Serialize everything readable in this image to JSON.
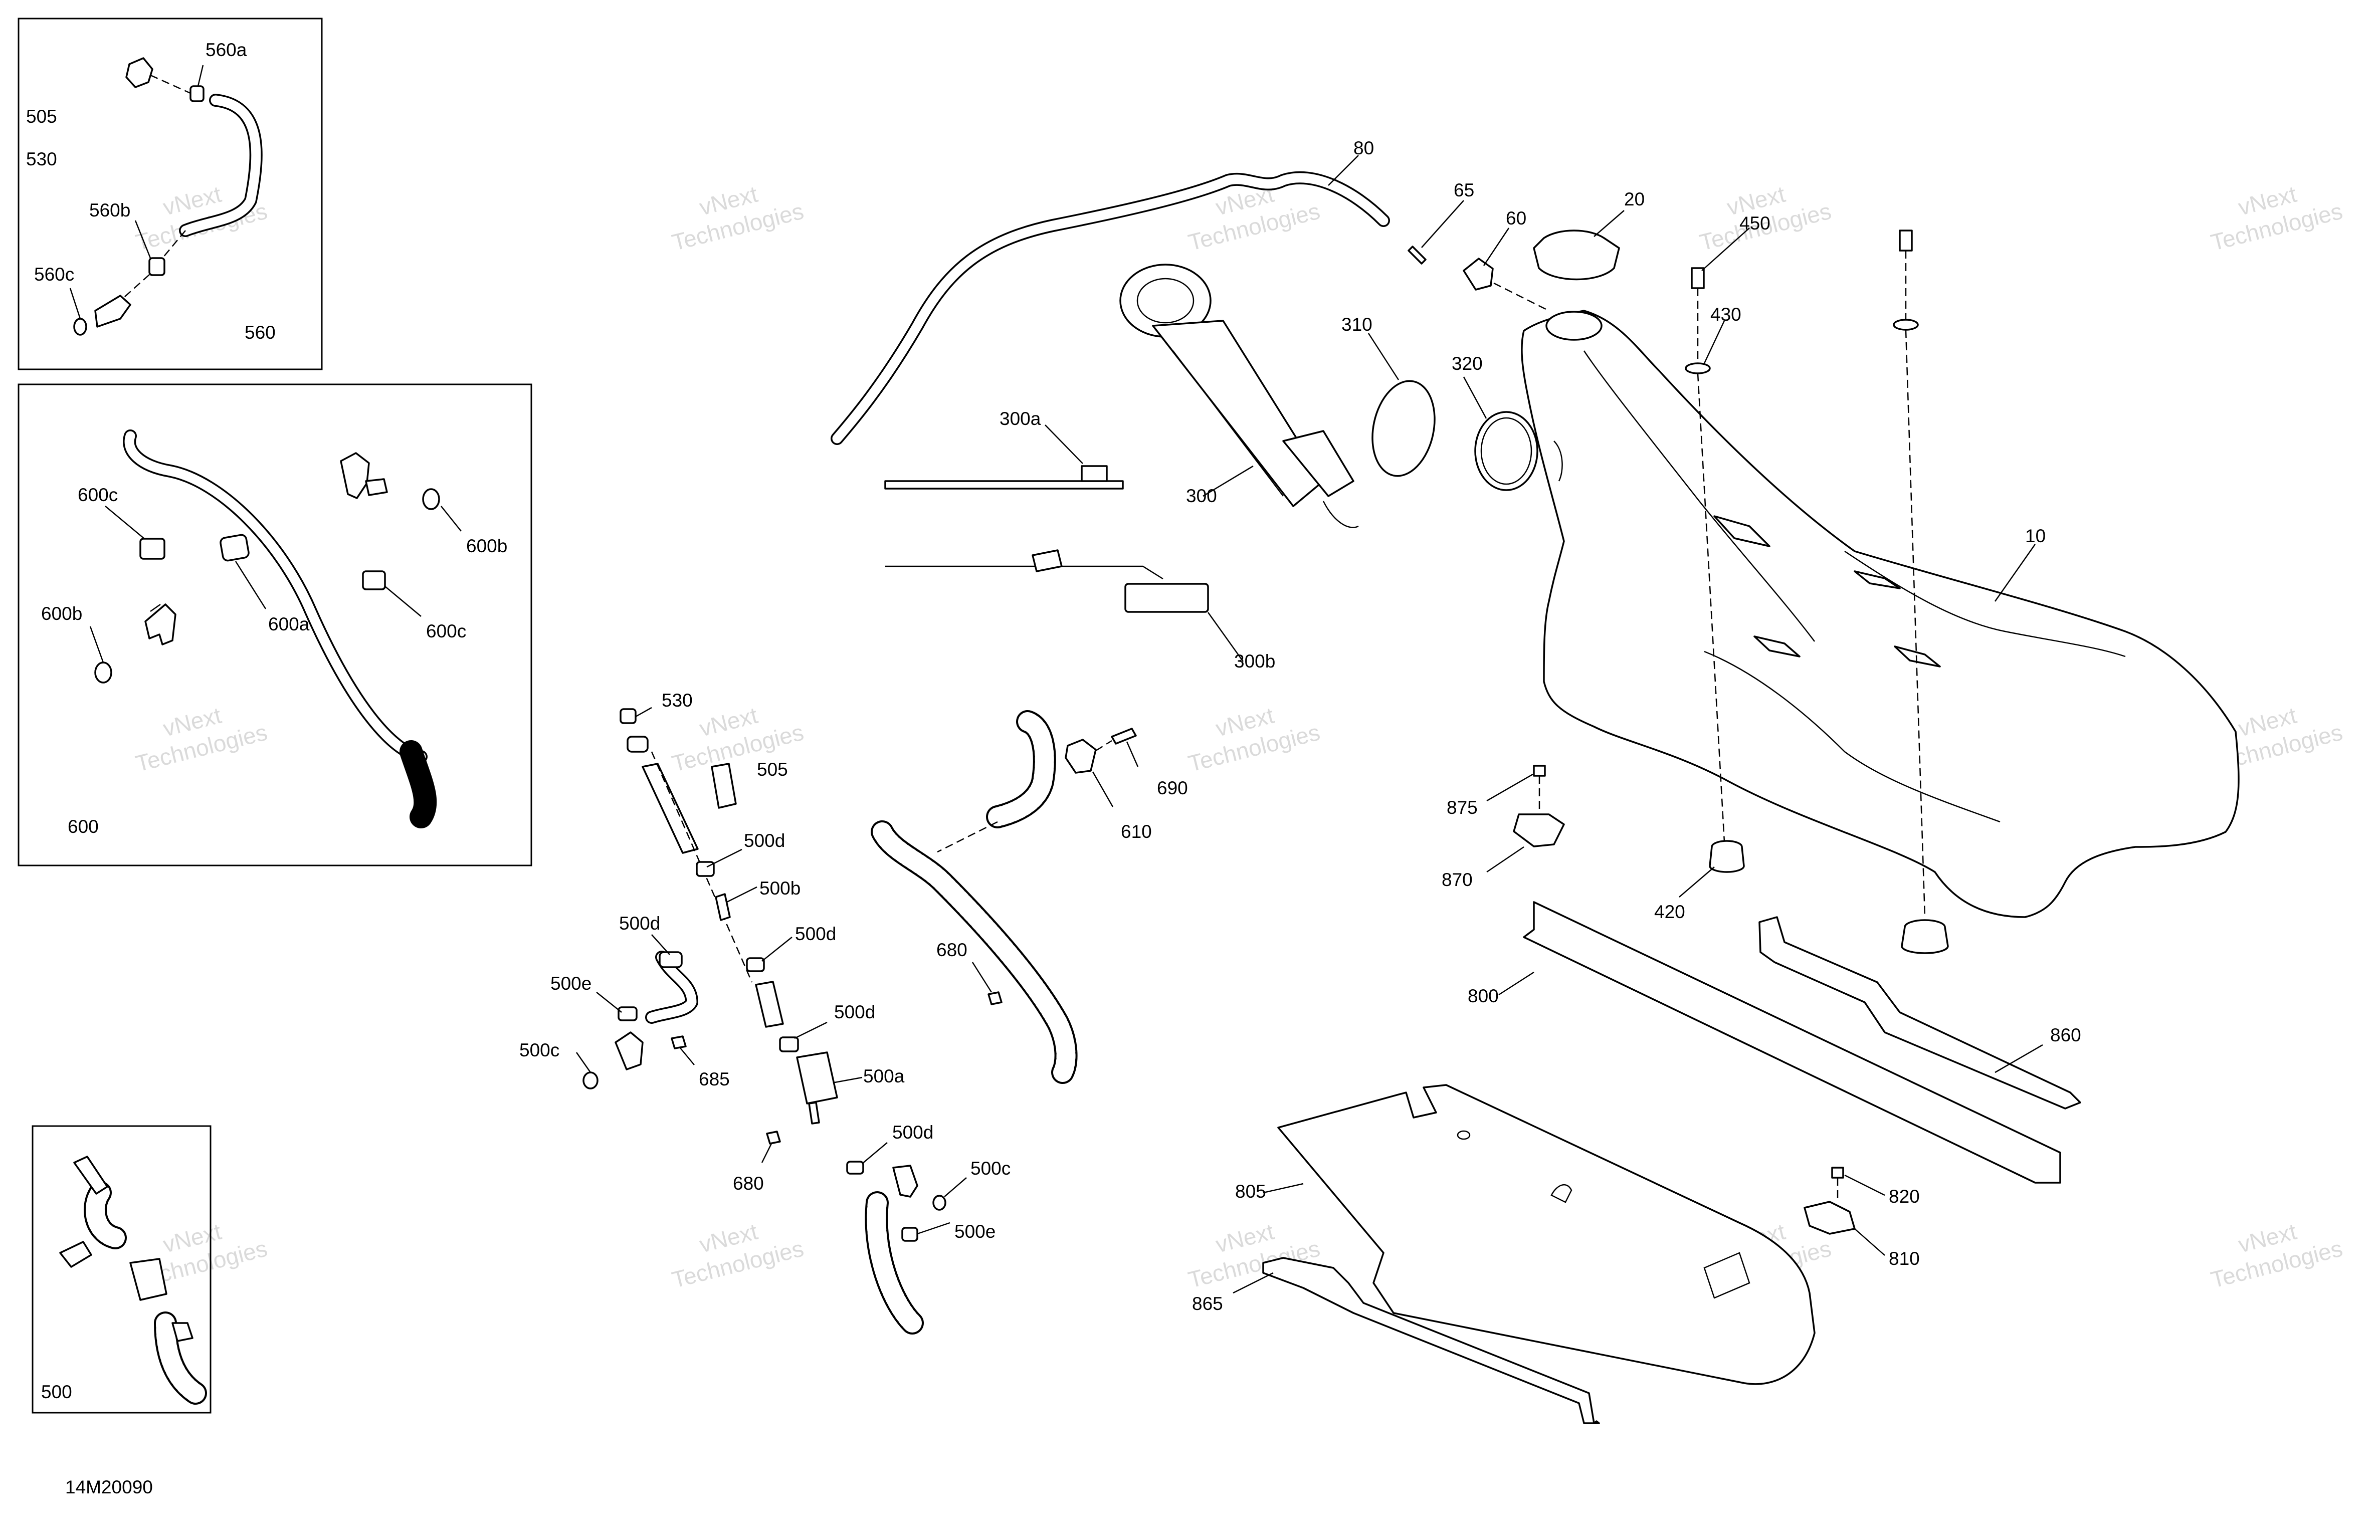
{
  "drawing_code": "14M20090",
  "watermark_text": [
    "vNext",
    "Technologies"
  ],
  "callouts": {
    "c560a": "560a",
    "c505a": "505",
    "c530a": "530",
    "c560b": "560b",
    "c560c": "560c",
    "c560": "560",
    "c600c1": "600c",
    "c600b1": "600b",
    "c600b2": "600b",
    "c600a": "600a",
    "c600c2": "600c",
    "c600": "600",
    "c500": "500",
    "c530b": "530",
    "c505b": "505",
    "c500d1": "500d",
    "c500b": "500b",
    "c500d2": "500d",
    "c500d3": "500d",
    "c500e1": "500e",
    "c500d4": "500d",
    "c500c1": "500c",
    "c685": "685",
    "c500a": "500a",
    "c500d5": "500d",
    "c680a": "680",
    "c500c2": "500c",
    "c500e2": "500e",
    "c680b": "680",
    "c690": "690",
    "c610": "610",
    "c80": "80",
    "c300a": "300a",
    "c300": "300",
    "c300b": "300b",
    "c310": "310",
    "c65": "65",
    "c60": "60",
    "c20": "20",
    "c320": "320",
    "c450": "450",
    "c430": "430",
    "c10": "10",
    "c875": "875",
    "c870": "870",
    "c420": "420",
    "c800": "800",
    "c860": "860",
    "c805": "805",
    "c820": "820",
    "c810": "810",
    "c865": "865"
  }
}
